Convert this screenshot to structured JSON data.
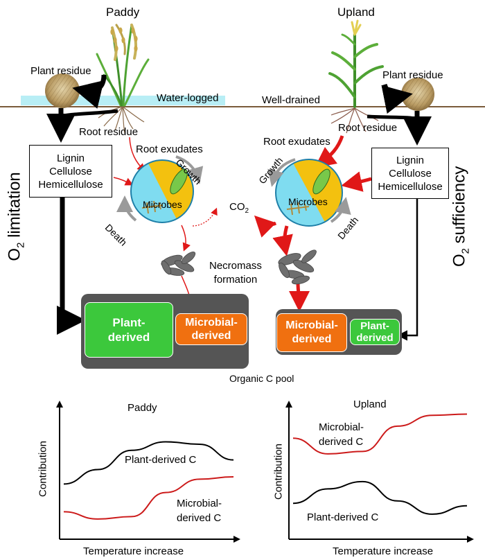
{
  "top": {
    "paddy_title": "Paddy",
    "upland_title": "Upland",
    "plant_residue_left": "Plant residue",
    "plant_residue_right": "Plant residue",
    "water_logged": "Water-logged",
    "well_drained": "Well-drained",
    "root_residue_left": "Root residue",
    "root_residue_right": "Root residue",
    "root_exudates_left": "Root exudates",
    "root_exudates_right": "Root exudates",
    "lignin_left": [
      "Lignin",
      "Cellulose",
      "Hemicellulose"
    ],
    "lignin_right": [
      "Lignin",
      "Cellulose",
      "Hemicellulose"
    ],
    "growth_left": "Growth",
    "growth_right": "Growth",
    "death_left": "Death",
    "death_right": "Death",
    "microbes_left": "Microbes",
    "microbes_right": "Microbes",
    "co2": "CO",
    "co2_sub": "2",
    "necromass": [
      "Necromass",
      "formation"
    ],
    "o2_left": "O",
    "o2_left_sub": "2",
    "o2_left_rest": " limitation",
    "o2_right": "O",
    "o2_right_sub": "2",
    "o2_right_rest": " sufficiency",
    "pool_left_plant": [
      "Plant-",
      "derived"
    ],
    "pool_left_microbial": [
      "Microbial-",
      "derived"
    ],
    "pool_right_microbial": [
      "Microbial-",
      "derived"
    ],
    "pool_right_plant": [
      "Plant-",
      "derived"
    ],
    "organic_pool": "Organic C pool"
  },
  "chart_data": [
    {
      "type": "line",
      "title": "Paddy",
      "xlabel": "Temperature increase",
      "ylabel": "Contribution",
      "series": [
        {
          "name": "Plant-derived C",
          "color": "#000000",
          "values": [
            0.4,
            0.52,
            0.68,
            0.75,
            0.73,
            0.6
          ]
        },
        {
          "name": "Microbial-derived C",
          "color": "#cc1a1a",
          "values": [
            0.17,
            0.11,
            0.13,
            0.33,
            0.44,
            0.46
          ]
        }
      ],
      "series_labels": [
        [
          "Plant-derived C"
        ],
        [
          "Microbial-",
          "derived C"
        ]
      ]
    },
    {
      "type": "line",
      "title": "Upland",
      "xlabel": "Temperature increase",
      "ylabel": "Contribution",
      "series": [
        {
          "name": "Microbial-derived C",
          "color": "#cc1a1a",
          "values": [
            0.78,
            0.65,
            0.67,
            0.88,
            0.97,
            0.98
          ]
        },
        {
          "name": "Plant-derived C",
          "color": "#000000",
          "values": [
            0.24,
            0.36,
            0.42,
            0.26,
            0.15,
            0.22
          ]
        }
      ],
      "series_labels": [
        [
          "Microbial-",
          "derived C"
        ],
        [
          "Plant-derived C"
        ]
      ]
    }
  ]
}
